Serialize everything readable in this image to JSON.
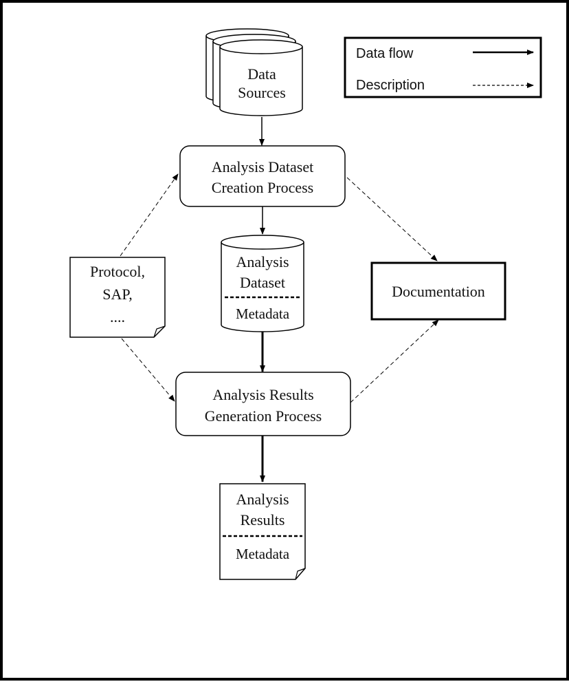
{
  "legend": {
    "data_flow": "Data flow",
    "description": "Description"
  },
  "nodes": {
    "data_sources": {
      "line1": "Data",
      "line2": "Sources"
    },
    "creation_process": {
      "line1": "Analysis Dataset",
      "line2": "Creation Process"
    },
    "analysis_dataset": {
      "line1": "Analysis",
      "line2": "Dataset",
      "meta": "Metadata"
    },
    "protocol": {
      "line1": "Protocol,",
      "line2": "SAP,",
      "line3": "...."
    },
    "documentation": {
      "label": "Documentation"
    },
    "generation_process": {
      "line1": "Analysis Results",
      "line2": "Generation Process"
    },
    "analysis_results": {
      "line1": "Analysis",
      "line2": "Results",
      "meta": "Metadata"
    }
  },
  "colors": {
    "stroke": "#000000",
    "background": "#ffffff"
  }
}
